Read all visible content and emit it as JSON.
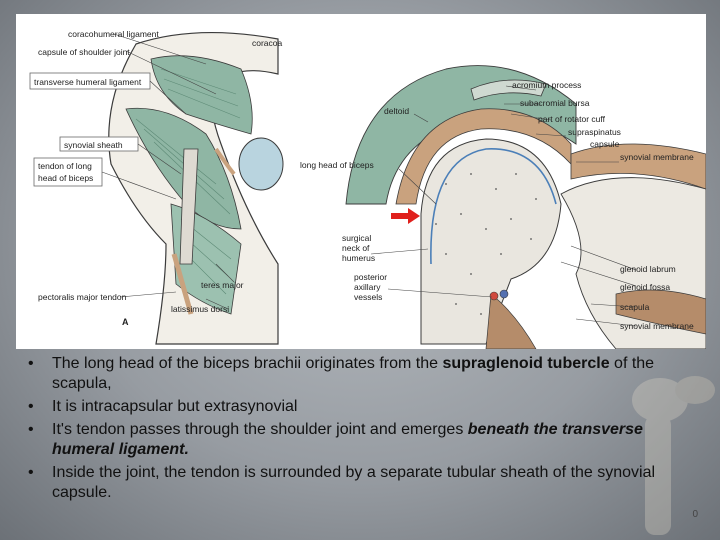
{
  "figure": {
    "left_labels": {
      "coracohumeral": "coracohumeral ligament",
      "capsule": "capsule of shoulder joint",
      "coracoa": "coracoa",
      "transverse_humeral": "transverse humeral ligament",
      "synovial_sheath": "synovial sheath",
      "tendon_line1": "tendon of long",
      "tendon_line2": "head of biceps",
      "teres_major": "teres major",
      "pectoralis": "pectoralis major tendon",
      "latissimus": "latissimus dorsi",
      "panel_letter": "A"
    },
    "right_labels": {
      "acromium": "acromium process",
      "subacromial": "subacromial bursa",
      "rotator_cuff": "part of rotator cuff",
      "supraspinatus": "supraspinatus",
      "capsule": "capsule",
      "deltoid": "deltoid",
      "synovial_membrane_top": "synovial membrane",
      "long_head": "long head of biceps",
      "surgical_neck_1": "surgical",
      "surgical_neck_2": "neck of",
      "surgical_neck_3": "humerus",
      "glenoid_labrum": "glenoid labrum",
      "glenoid_fossa": "glenoid fossa",
      "posterior_1": "posterior",
      "posterior_2": "axillary",
      "posterior_3": "vessels",
      "scapula": "scapula",
      "synovial_membrane_bottom": "synovial membrane"
    },
    "colors": {
      "muscle_green": "#8fb6a4",
      "tendon_tan": "#c9a27e",
      "arrow_red": "#e0201c",
      "bone_stipple": "#e9e6df",
      "outline": "#3b3b3b"
    }
  },
  "bullets": [
    {
      "pre": "The long head of the biceps brachii originates from the ",
      "emph": "supraglenoid tubercle",
      "post": " of the scapula,"
    },
    {
      "pre": "It is intracapsular but extrasynovial",
      "emph": "",
      "post": ""
    },
    {
      "pre": "It's tendon passes through the shoulder joint and emerges ",
      "emph": "beneath the transverse humeral ligament.",
      "post": ""
    },
    {
      "pre": "Inside the joint, the tendon is surrounded by a separate tubular sheath of the synovial capsule.",
      "emph": "",
      "post": ""
    }
  ],
  "page_marker": "0"
}
